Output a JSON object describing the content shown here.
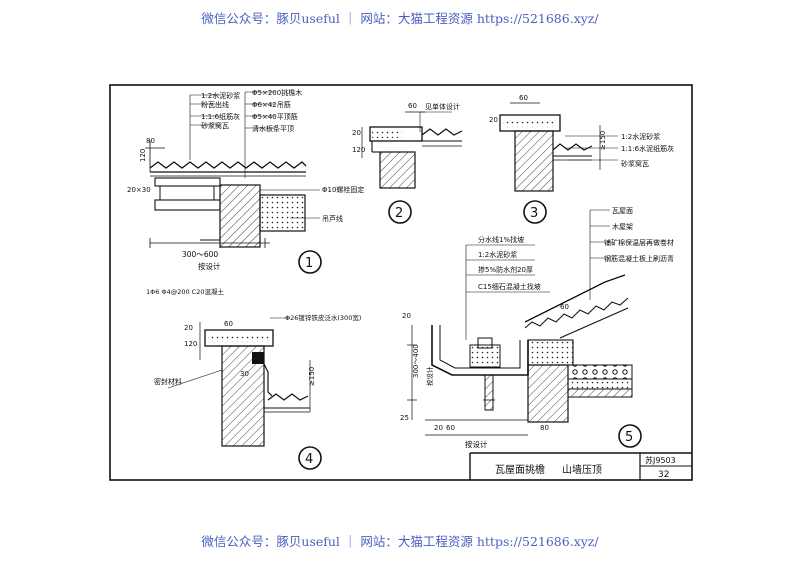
{
  "watermark": {
    "text": "微信公众号：豚贝useful ｜ 网站：大猫工程资源 https://521686.xyz/"
  },
  "title_block": {
    "title_left": "瓦屋面挑檐",
    "title_right": "山墙压顶",
    "drawing_code": "苏J9503",
    "page_number": "32"
  },
  "details": {
    "d1": {
      "number": "1",
      "labels": [
        "1:2水泥砂浆",
        "粉瓦出线",
        "1:1:6纸筋灰",
        "砂浆窝瓦",
        "Φ5×200挑檐木",
        "Φ6×42吊筋",
        "Φ5×40平顶筋",
        "清水板条平顶",
        "Φ10螺栓固定",
        "吊芦线",
        "按设计"
      ],
      "dims": [
        "80",
        "120",
        "20×30",
        "300～600"
      ]
    },
    "d2": {
      "number": "2",
      "labels": [
        "见单体设计"
      ],
      "dims": [
        "60",
        "20",
        "120"
      ]
    },
    "d3": {
      "number": "3",
      "labels": [
        "1:2水泥砂浆",
        "1:1:6水泥纸筋灰",
        "砂浆窝瓦"
      ],
      "dims": [
        "60",
        "20",
        "≥150"
      ]
    },
    "d4": {
      "number": "4",
      "labels": [
        "1Φ6  Φ4@200  C20混凝土",
        "Φ26镀锌铁皮泛水(300宽)",
        "密封材料"
      ],
      "dims": [
        "60",
        "20",
        "120",
        "30",
        "≥150"
      ]
    },
    "d5": {
      "number": "5",
      "labels": [
        "分水线1%找坡",
        "1:2水泥砂浆",
        "掺5%防水剂20厚",
        "C15细石混凝土找坡",
        "瓦屋面",
        "木屋架",
        "铺矿棉保温层再做卷材",
        "钢筋混凝土板上刷沥青",
        "按设计"
      ],
      "dims": [
        "60",
        "20",
        "300～400",
        "按设计",
        "25",
        "20",
        "60",
        "80"
      ]
    }
  }
}
